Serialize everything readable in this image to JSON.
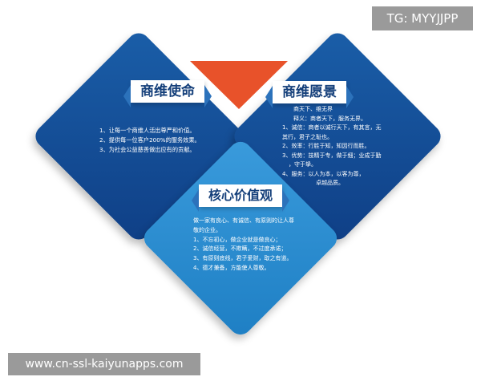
{
  "mission": {
    "title": "商维使命",
    "lines": [
      "1、让每一个商维人活出尊严和价值。",
      "2、提供每一位客户200%的服务效果。",
      "3、为社会公益慈善做出应有的贡献。"
    ]
  },
  "vision": {
    "title": "商维愿景",
    "lines": [
      "商天下、维无界",
      "释义：商者天下，服务无界。",
      "1、诚信：商者以诚行天下，有其言，无",
      "其行，君子之耻也。",
      "2、效率：行胜于知，知因行而胜。",
      "3、优势：技精于专，做于细；业成于勤",
      "，守于挚。",
      "4、服务：以人为本，以客为尊，",
      "卓越品质。"
    ]
  },
  "core": {
    "title": "核心价值观",
    "lines": [
      "做一家有良心、有诚信、有原则的让人尊",
      "敬的企业。",
      "1、不忘初心，做企业就是做良心；",
      "2、诚信经营，不欺瞒，不过度承诺；",
      "3、有原则底线，君子爱财，取之有道。",
      "4、德才兼备，方能使人尊敬。"
    ]
  },
  "watermarks": {
    "tg": "TG: MYYJJPP",
    "url": "www.cn-ssl-kaiyunapps.com"
  },
  "colors": {
    "dark_blue": "#0f3f86",
    "light_blue": "#1e7fc4",
    "orange": "#e8522a"
  }
}
